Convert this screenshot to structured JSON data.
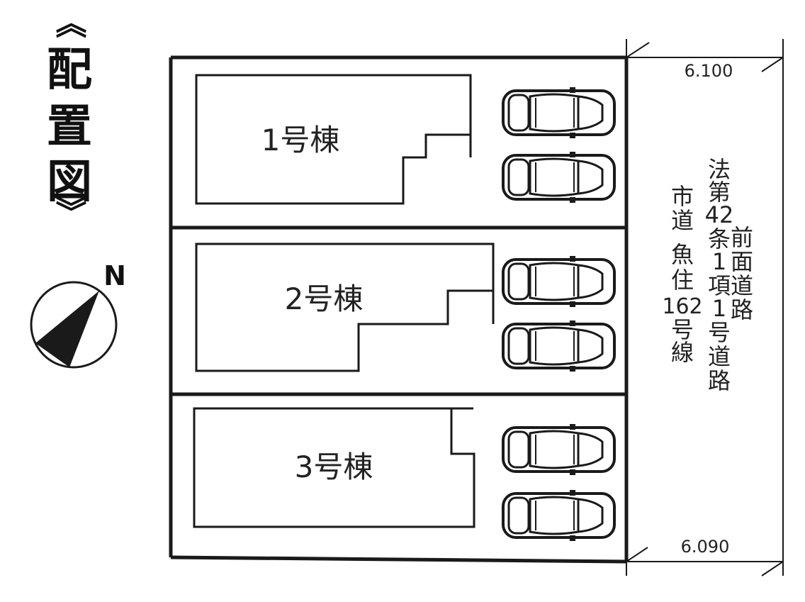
{
  "title": {
    "open_bracket": "《",
    "chars": [
      "配",
      "置",
      "図"
    ],
    "close_bracket": "》"
  },
  "compass": {
    "label": "N"
  },
  "lots": [
    {
      "label": "1号棟",
      "parking_spaces": 2
    },
    {
      "label": "2号棟",
      "parking_spaces": 2
    },
    {
      "label": "3号棟",
      "parking_spaces": 2
    }
  ],
  "road": {
    "width_top": "6.100",
    "width_bottom": "6.090",
    "name_column": [
      "市",
      "道",
      "",
      "魚",
      "住",
      "162",
      "号",
      "線"
    ],
    "law_col1": [
      "法",
      "第",
      "42",
      "条",
      "1",
      "項",
      "1",
      "号",
      "道",
      "路"
    ],
    "law_col2": [
      "前",
      "面",
      "道",
      "路"
    ]
  },
  "colors": {
    "line": "#1a1a1a",
    "background": "#ffffff",
    "compass_fill": "#1a1a1a"
  }
}
